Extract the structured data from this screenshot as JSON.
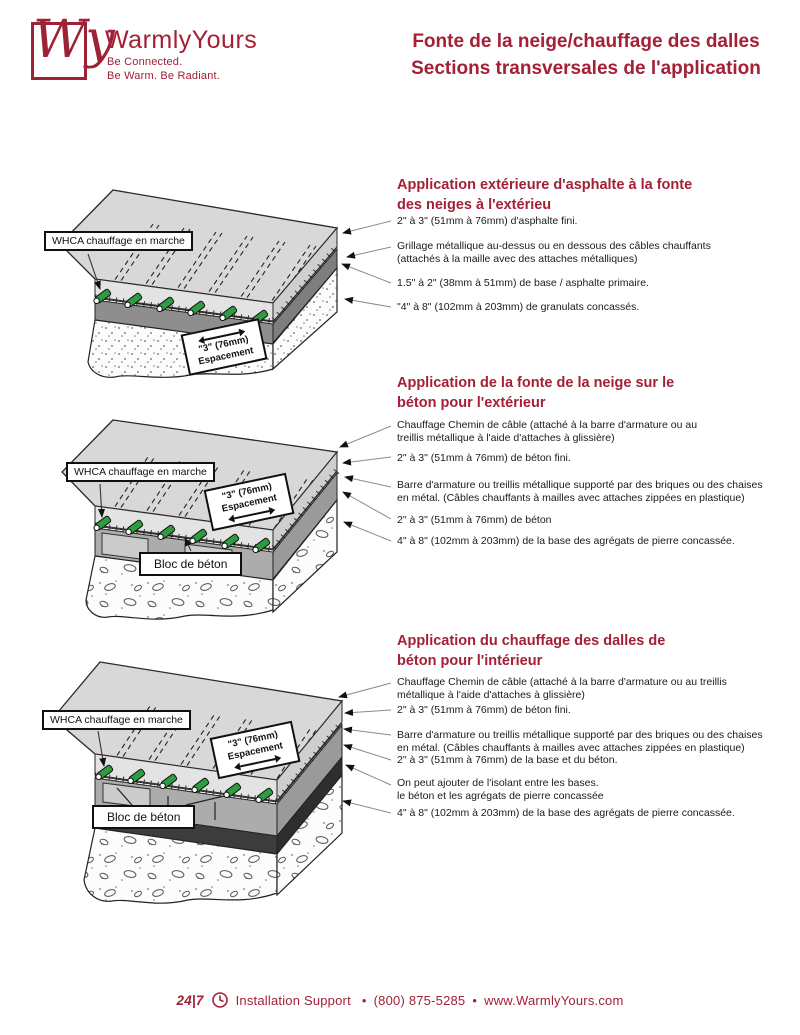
{
  "header": {
    "logo": {
      "monogram": "Wy",
      "brand": "WarmlyYours",
      "tagline1": "Be Connected.",
      "tagline2": "Be Warm. Be Radiant."
    },
    "title_line1": "Fonte de la neige/chauffage des dalles",
    "title_line2": "Sections transversales de l'application"
  },
  "sections": [
    {
      "heading_line1": "Application extérieure d'asphalte à la fonte",
      "heading_line2": "des neiges à l'extérieu",
      "diagram_labels": {
        "whca": "WHCA chauffage en marche",
        "spacing_value": "\"3\" (76mm)",
        "spacing_word": "Espacement"
      },
      "annotations": [
        "2\" à 3\" (51mm à 76mm) d'asphalte fini.",
        "Grillage métallique au-dessus ou en dessous des câbles chauffants\n(attachés à la maille avec des attaches métalliques)",
        "1.5\" à 2\" (38mm à 51mm) de base / asphalte primaire.",
        "\"4\" à 8\" (102mm à 203mm) de granulats concassés."
      ]
    },
    {
      "heading_line1": "Application de la fonte de la neige sur le",
      "heading_line2": "béton pour l'extérieur",
      "diagram_labels": {
        "whca": "WHCA chauffage en marche",
        "spacing_value": "\"3\" (76mm)",
        "spacing_word": "Espacement",
        "bloc": "Bloc de béton"
      },
      "annotations": [
        "Chauffage Chemin de câble (attaché à la barre d'armature ou au\ntreillis métallique à l'aide d'attaches à glissière)",
        "2\" à 3\" (51mm à 76mm) de béton fini.",
        "Barre d'armature ou treillis métallique supporté par des briques ou des chaises\nen métal. (Câbles chauffants à mailles avec attaches zippées en plastique)",
        "2\" à 3\" (51mm à 76mm) de béton",
        "4\" à 8\" (102mm à 203mm) de la base des agrégats de pierre concassée."
      ]
    },
    {
      "heading_line1": "Application du chauffage des dalles de",
      "heading_line2": "béton pour l'intérieur",
      "diagram_labels": {
        "whca": "WHCA chauffage en marche",
        "spacing_value": "\"3\" (76mm)",
        "spacing_word": "Espacement",
        "bloc": "Bloc de béton"
      },
      "annotations": [
        "Chauffage Chemin de câble (attaché à la barre d'armature ou au treillis\nmétallique à l'aide d'attaches à glissière)",
        "2\" à 3\" (51mm à 76mm) de béton fini.",
        "Barre d'armature ou treillis métallique supporté par des briques ou des chaises\nen métal. (Câbles chauffants à mailles avec attaches zippées en plastique)",
        "2\" à 3\" (51mm à 76mm) de la base et du béton.",
        "On peut ajouter de l'isolant entre les bases.\nle béton et les agrégats de pierre concassée",
        "4\" à 8\" (102mm à 203mm) de la base des agrégats de pierre concassée."
      ]
    }
  ],
  "footer": {
    "badge": "24|7",
    "support": "Installation Support",
    "sep": "•",
    "phone": "(800) 875-5285",
    "site": "www.WarmlyYours.com"
  },
  "colors": {
    "brand_red": "#A32036",
    "cable_green": "#2E9C40"
  }
}
